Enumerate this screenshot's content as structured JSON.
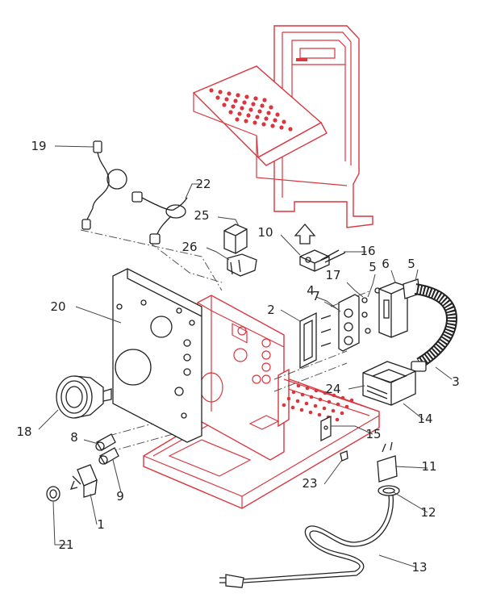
{
  "diagram": {
    "callouts": [
      "1",
      "3",
      "4",
      "5",
      "6",
      "7",
      "8",
      "9",
      "10",
      "11",
      "12",
      "13",
      "14",
      "15",
      "16",
      "17",
      "18",
      "19",
      "20",
      "21",
      "22",
      "23",
      "24",
      "25",
      "26",
      "2",
      "5"
    ]
  },
  "colors": {
    "frame": "#d9363e",
    "parts": "#222222",
    "background": "#ffffff"
  }
}
